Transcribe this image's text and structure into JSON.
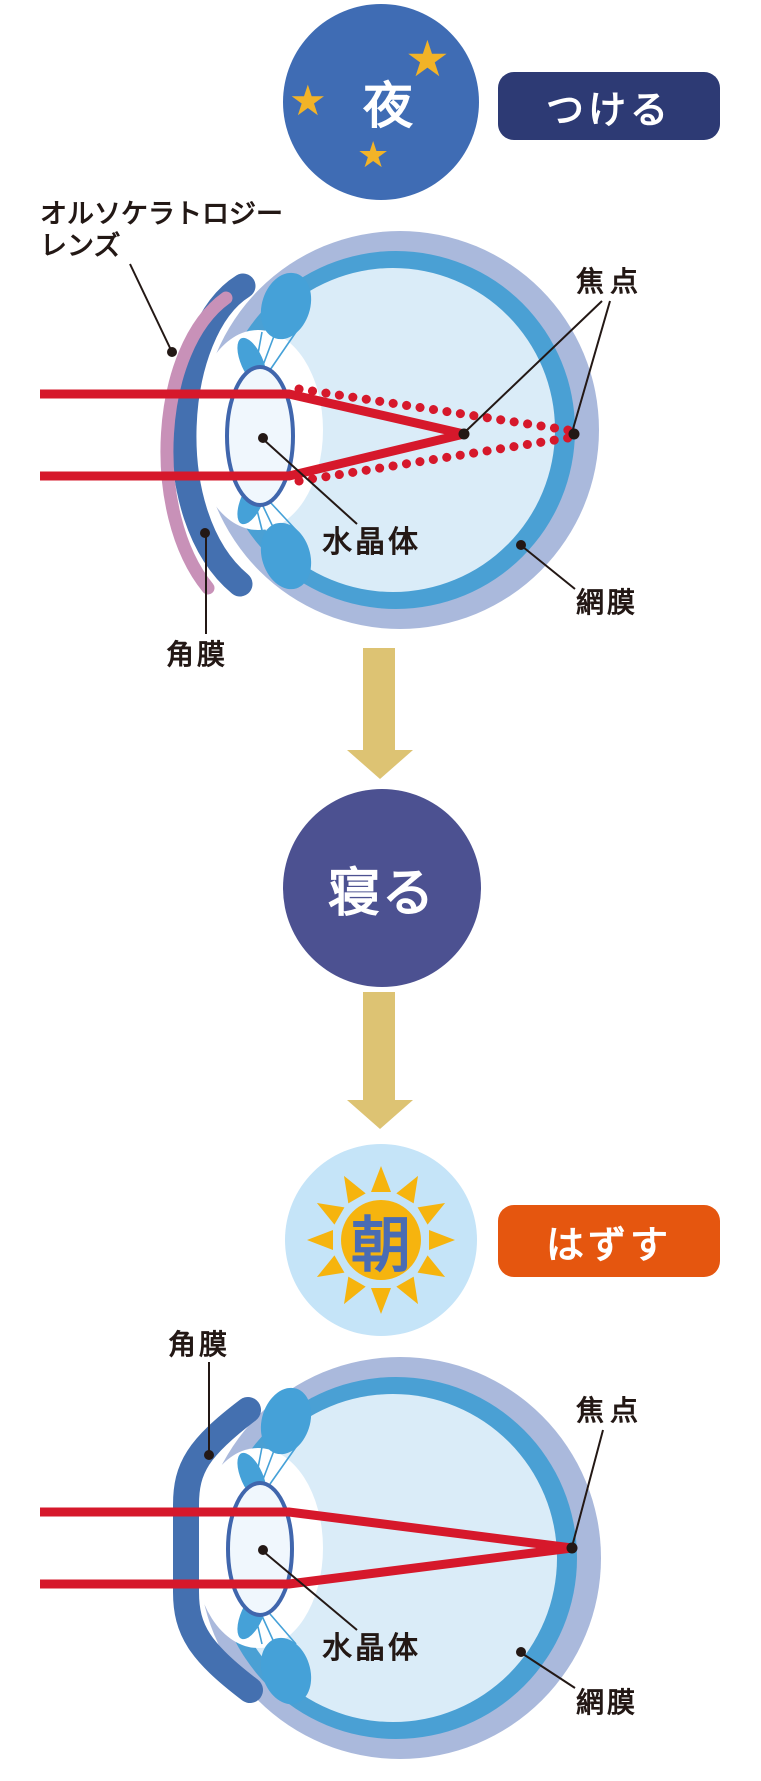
{
  "steps": {
    "night": {
      "label": "夜",
      "action": "つける"
    },
    "sleep": {
      "label": "寝る"
    },
    "morning": {
      "label": "朝",
      "action": "はずす"
    }
  },
  "eye_with_lens": {
    "ortho_lens_line1": "オルソケラトロジー",
    "ortho_lens_line2": "レンズ",
    "focus": "焦点",
    "crystalline_lens": "水晶体",
    "cornea": "角膜",
    "retina": "網膜"
  },
  "eye_after_removal": {
    "cornea": "角膜",
    "focus": "焦点",
    "crystalline_lens": "水晶体",
    "retina": "網膜"
  },
  "colors": {
    "night_circle": "#3f6cb4",
    "star": "#f2b327",
    "wear_button": "#2d3a74",
    "flow_arrow": "#ddc373",
    "sleep_circle": "#4c5191",
    "morning_circle": "#c5e4f8",
    "sun": "#f6b40e",
    "morning_text": "#4a6cb3",
    "remove_button": "#e5560f",
    "sclera": "#aab9dc",
    "retina_ring": "#4aa0d4",
    "vitreous": "#daecf8",
    "cornea": "#4470b0",
    "ortho_lens": "#c891b8",
    "light_ray": "#d6182b",
    "label_text": "#231815"
  }
}
